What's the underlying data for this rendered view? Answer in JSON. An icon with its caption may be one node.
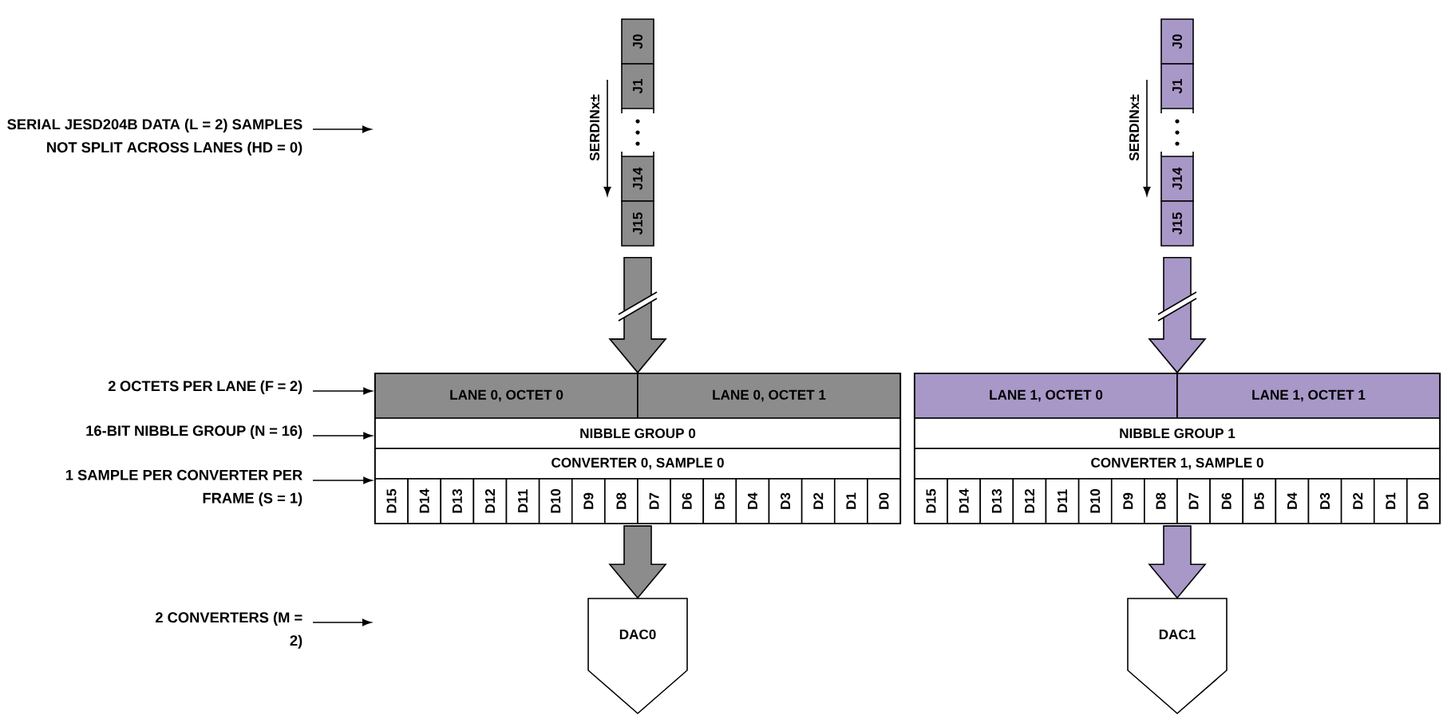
{
  "diagram": {
    "nodes": [
      {
        "text": [
          "SERIAL JESD204B DATA (L = 2) SAMPLES NOT SPLIT ACROSS LANES (HD = 0)"
        ]
      },
      {
        "text": [
          "2 OCTETS PER LANE (F = 2)"
        ]
      },
      {
        "text": [
          "16-BIT NIBBLE GROUP (N = 16)"
        ]
      },
      {
        "text": [
          "1 SAMPLE PER CONVERTER PER FRAME (S = 1)"
        ]
      },
      {
        "text": [
          "2 CONVERTERS (M = 2)"
        ]
      },
      {
        "text": [
          "J0"
        ]
      },
      {
        "text": [
          "J1"
        ]
      },
      {
        "text": [
          "J14"
        ]
      },
      {
        "text": [
          "J15"
        ]
      },
      {
        "text": [],
        "shape": "box"
      },
      {
        "text": [
          "LANE 0, OCTET 0"
        ],
        "in": 9
      },
      {
        "text": [
          "LANE 0, OCTET 1"
        ],
        "in": 9
      },
      {
        "text": [
          "NIBBLE GROUP 0"
        ],
        "in": 9
      },
      {
        "text": [
          "CONVERTER 0, SAMPLE 0"
        ],
        "in": 9
      },
      {
        "text": [
          "D15"
        ],
        "in": 9
      },
      {
        "text": [
          "D14"
        ],
        "in": 9
      },
      {
        "text": [
          "D13"
        ],
        "in": 9
      },
      {
        "text": [
          "D12"
        ],
        "in": 9
      },
      {
        "text": [
          "D11"
        ],
        "in": 9
      },
      {
        "text": [
          "D10"
        ],
        "in": 9
      },
      {
        "text": [
          "D9"
        ],
        "in": 9
      },
      {
        "text": [
          "D8"
        ],
        "in": 9
      },
      {
        "text": [
          "D7"
        ],
        "in": 9
      },
      {
        "text": [
          "D6"
        ],
        "in": 9
      },
      {
        "text": [
          "D5"
        ],
        "in": 9
      },
      {
        "text": [
          "D4"
        ],
        "in": 9
      },
      {
        "text": [
          "D3"
        ],
        "in": 9
      },
      {
        "text": [
          "D2"
        ],
        "in": 9
      },
      {
        "text": [
          "D1"
        ],
        "in": 9
      },
      {
        "text": [
          "D0"
        ],
        "in": 9
      },
      {
        "text": [
          "DAC0"
        ]
      },
      {
        "text": [
          "J0"
        ]
      },
      {
        "text": [
          "J1"
        ]
      },
      {
        "text": [
          "J14"
        ]
      },
      {
        "text": [
          "J15"
        ]
      },
      {
        "text": [],
        "shape": "box"
      },
      {
        "text": [
          "LANE 1, OCTET 0"
        ],
        "in": 35
      },
      {
        "text": [
          "LANE 1, OCTET 1"
        ],
        "in": 35
      },
      {
        "text": [
          "NIBBLE GROUP 1"
        ],
        "in": 35
      },
      {
        "text": [
          "CONVERTER 1, SAMPLE 0"
        ],
        "in": 35
      },
      {
        "text": [
          "D15"
        ],
        "in": 35
      },
      {
        "text": [
          "D14"
        ],
        "in": 35
      },
      {
        "text": [
          "D13"
        ],
        "in": 35
      },
      {
        "text": [
          "D12"
        ],
        "in": 35
      },
      {
        "text": [
          "D11"
        ],
        "in": 35
      },
      {
        "text": [
          "D10"
        ],
        "in": 35
      },
      {
        "text": [
          "D9"
        ],
        "in": 35
      },
      {
        "text": [
          "D8"
        ],
        "in": 35
      },
      {
        "text": [
          "D7"
        ],
        "in": 35
      },
      {
        "text": [
          "D6"
        ],
        "in": 35
      },
      {
        "text": [
          "D5"
        ],
        "in": 35
      },
      {
        "text": [
          "D4"
        ],
        "in": 35
      },
      {
        "text": [
          "D3"
        ],
        "in": 35
      },
      {
        "text": [
          "D2"
        ],
        "in": 35
      },
      {
        "text": [
          "D1"
        ],
        "in": 35
      },
      {
        "text": [
          "D0"
        ],
        "in": 35
      },
      {
        "text": [
          "DAC1"
        ]
      }
    ],
    "edges": [
      {
        "from": 0,
        "to": null,
        "arrow": "to"
      },
      {
        "from": 1,
        "to": 10,
        "arrow": "to"
      },
      {
        "from": 2,
        "to": 12,
        "arrow": "to"
      },
      {
        "from": 3,
        "to": 13,
        "arrow": "to"
      },
      {
        "from": 4,
        "to": null,
        "arrow": "to"
      },
      {
        "from": 8,
        "to": 9,
        "arrow": "to",
        "style": "thick",
        "color": "#8c8c8c"
      },
      {
        "from": 9,
        "to": 30,
        "arrow": "to",
        "style": "thick",
        "color": "#8c8c8c"
      },
      {
        "from": 34,
        "to": 35,
        "arrow": "to",
        "style": "thick",
        "color": "#a898c8"
      },
      {
        "from": 35,
        "to": 56,
        "arrow": "to",
        "style": "thick",
        "color": "#a898c8"
      }
    ],
    "labels": [
      "SERDINx±",
      "SERDINx±"
    ]
  }
}
